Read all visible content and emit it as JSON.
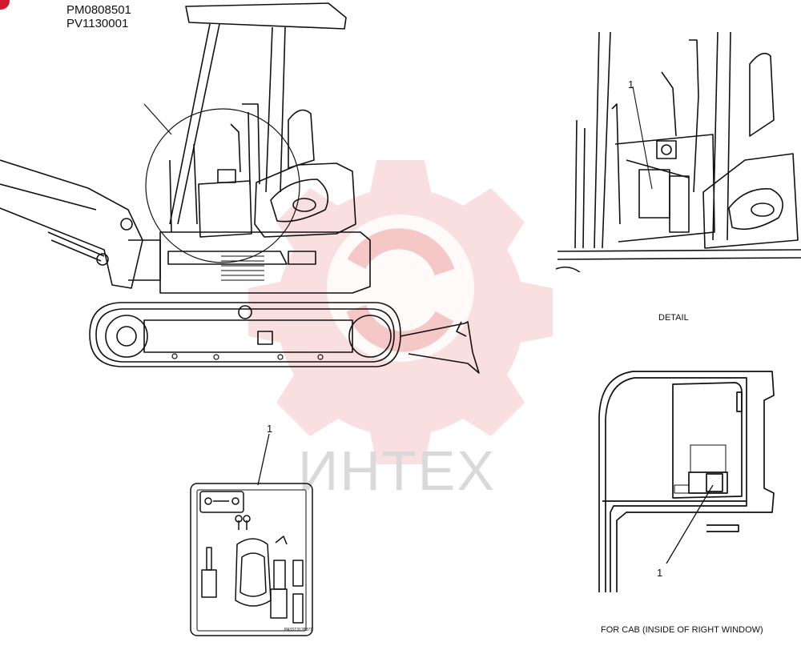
{
  "serials": [
    "PM0808501",
    "PV1130001"
  ],
  "watermark": {
    "text": "ИНТЕХ",
    "color": "#f4c4c4"
  },
  "labels": {
    "detail": "DETAIL",
    "cab_caption": "FOR CAB (INSIDE OF RIGHT WINDOW)",
    "decal_part_code": "PA3ST3128371"
  },
  "callouts": {
    "detail_item": "1",
    "decal_item": "1",
    "cab_item": "1"
  },
  "colors": {
    "line": "#111111",
    "accent": "#d21a2a"
  }
}
